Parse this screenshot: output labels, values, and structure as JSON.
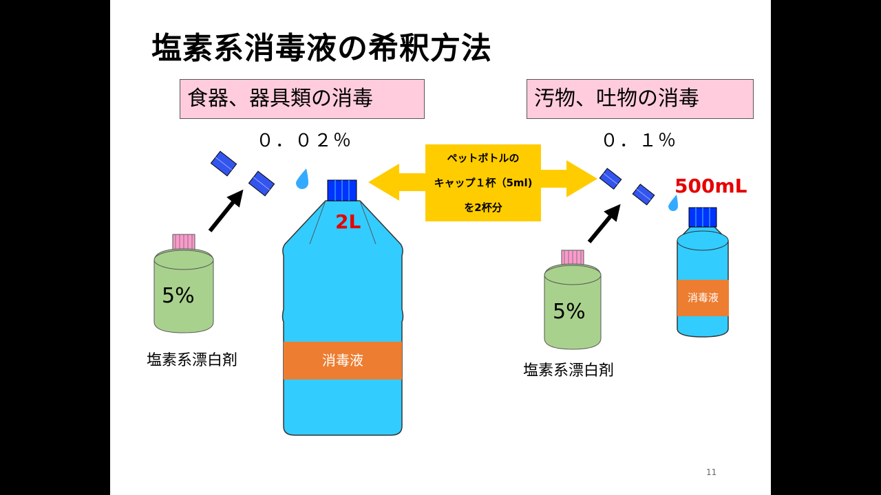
{
  "slide": {
    "title": "塩素系消毒液の希釈方法",
    "page_number": "11"
  },
  "left": {
    "heading": "食器、器具類の消毒",
    "concentration": "０．０２％",
    "bottle_volume": "2L",
    "bottle_label": "消毒液",
    "bleach_percent": "5%",
    "bleach_name": "塩素系漂白剤"
  },
  "right": {
    "heading": "汚物、吐物の消毒",
    "concentration": "０．１％",
    "bottle_volume": "500mL",
    "bottle_label": "消毒液",
    "bleach_percent": "5%",
    "bleach_name": "塩素系漂白剤"
  },
  "center": {
    "line1": "ペットボトルの",
    "line2": "キャップ１杯（5ml)",
    "line3": "を2杯分"
  },
  "colors": {
    "heading_box": "#ffccdd",
    "water_blue": "#33ccff",
    "cap_blue": "#0033ff",
    "label_orange": "#ed7d31",
    "arrow_yellow": "#ffcc00",
    "bleach_green": "#a9d18e",
    "bleach_cap_pink": "#ff99cc",
    "volume_red": "#e60000"
  }
}
